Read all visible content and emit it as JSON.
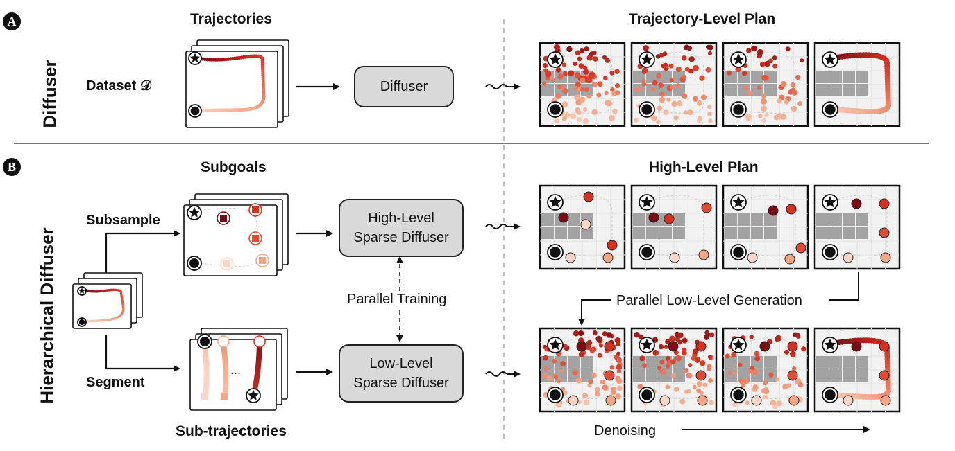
{
  "section_a": {
    "badge": "A",
    "side_label": "Diffuser",
    "trajectories_title": "Trajectories",
    "dataset_label": "Dataset 𝒟",
    "diffuser_box": "Diffuser",
    "plan_title": "Trajectory-Level Plan"
  },
  "section_b": {
    "badge": "B",
    "side_label": "Hierarchical Diffuser",
    "subgoals_title": "Subgoals",
    "subsample_label": "Subsample",
    "segment_label": "Segment",
    "subtraj_title": "Sub-trajectories",
    "ellipsis": "...",
    "high_box_line1": "High-Level",
    "high_box_line2": "Sparse Diffuser",
    "low_box_line1": "Low-Level",
    "low_box_line2": "Sparse Diffuser",
    "parallel_training": "Parallel Training",
    "high_plan_title": "High-Level Plan",
    "parallel_generation": "Parallel Low-Level Generation",
    "denoising": "Denoising"
  },
  "colors": {
    "dark_red": "#7a0c14",
    "red": "#d7301f",
    "light_red": "#f4a582",
    "pale": "#fbd5c5",
    "wall": "#a3a3a3",
    "grid_bg": "#f2f2f2"
  }
}
